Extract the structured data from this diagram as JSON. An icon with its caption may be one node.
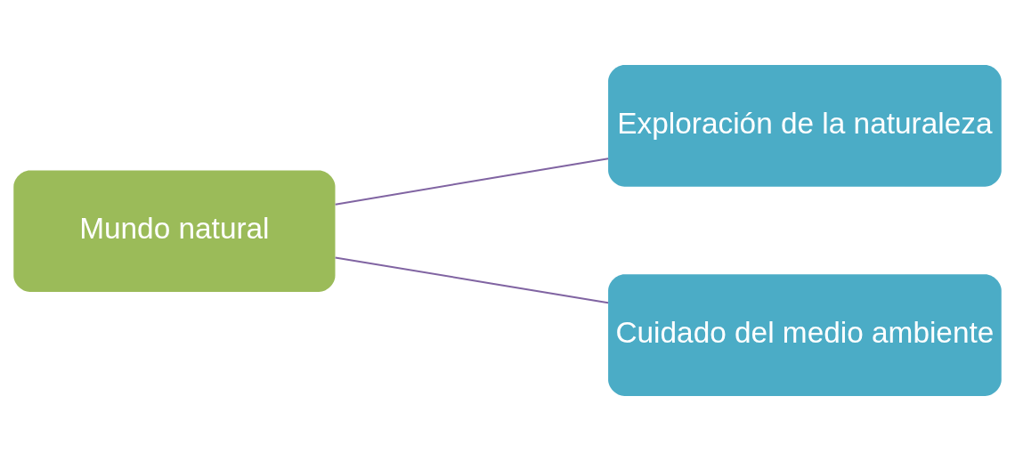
{
  "diagram": {
    "nodes": [
      {
        "text": [
          "Mundo natural"
        ]
      },
      {
        "text": [
          "Exploración de la naturaleza"
        ]
      },
      {
        "text": [
          "Cuidado del medio ambiente"
        ]
      }
    ],
    "edges": [
      {
        "from": 0,
        "to": 1,
        "arrow": "none"
      },
      {
        "from": 0,
        "to": 2,
        "arrow": "none"
      }
    ]
  }
}
